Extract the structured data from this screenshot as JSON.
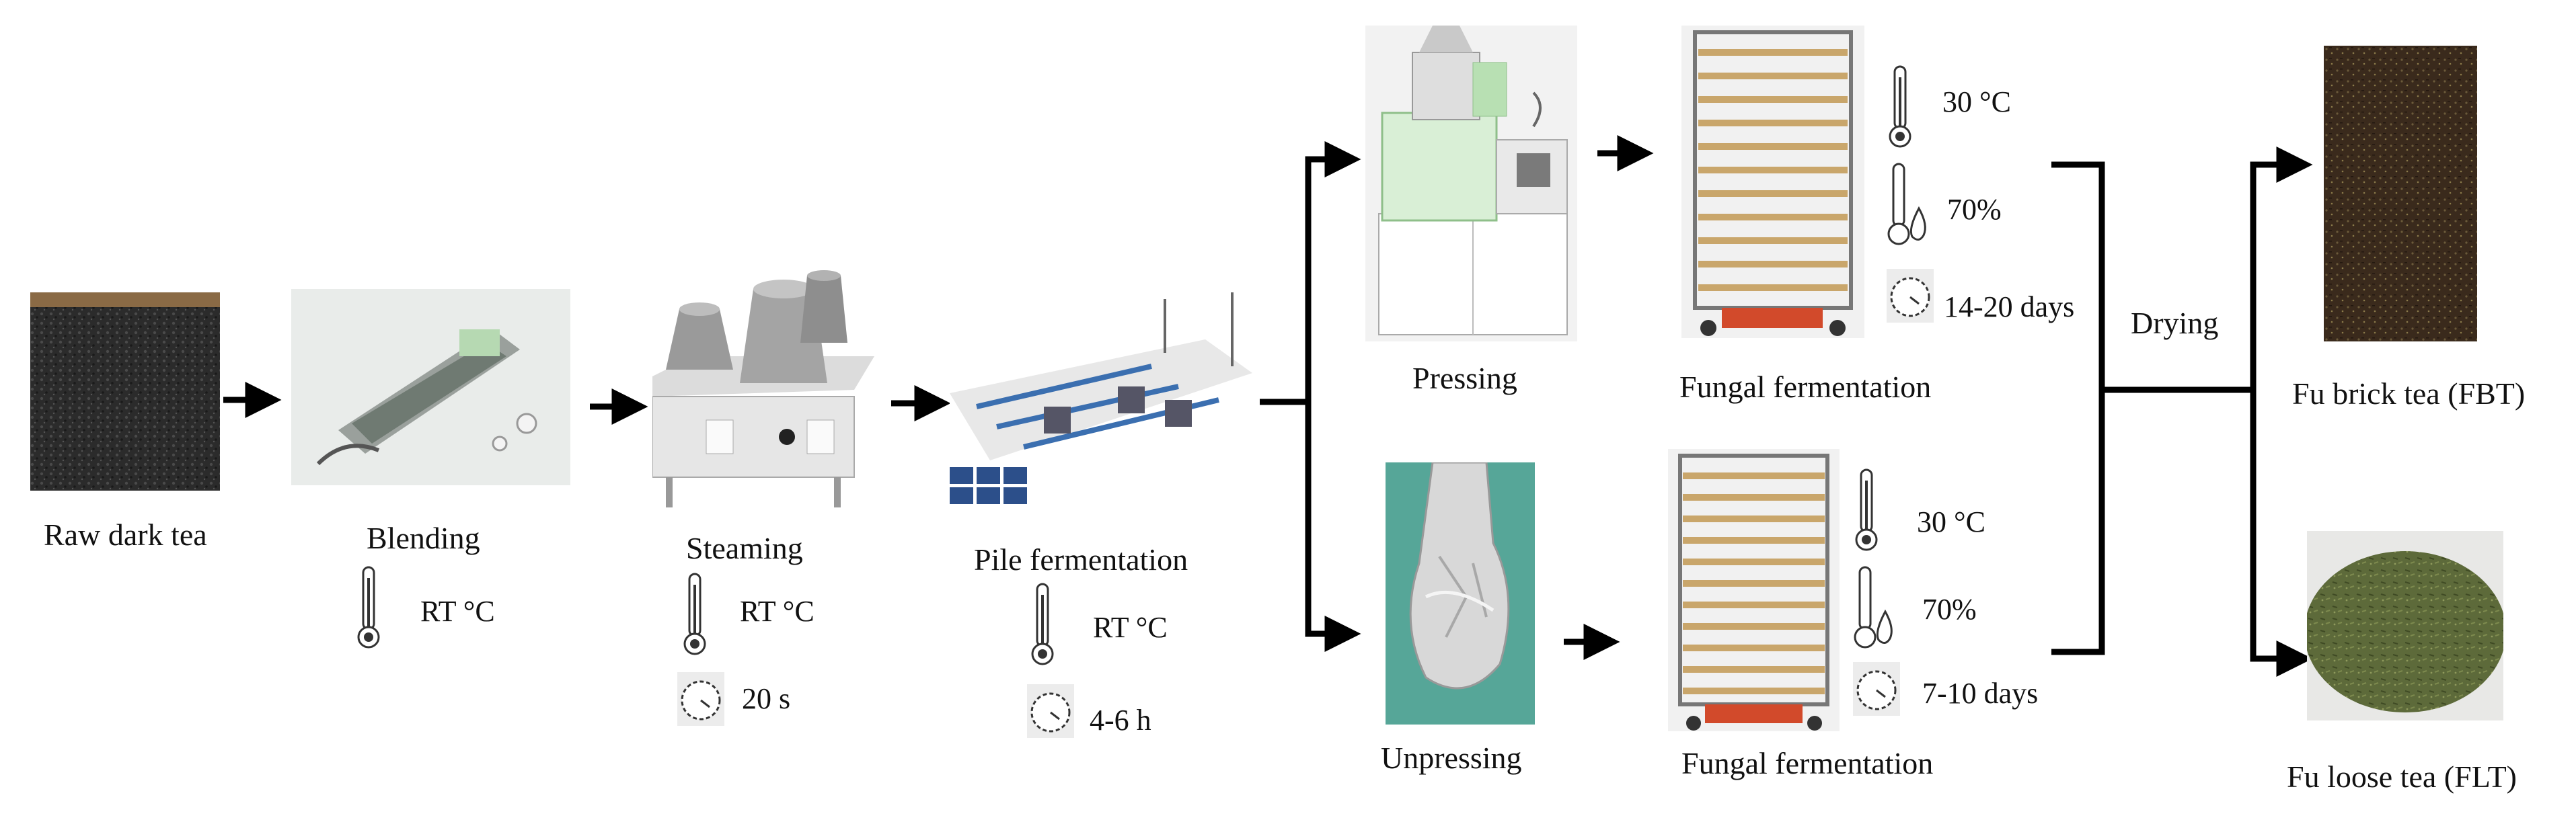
{
  "steps": {
    "raw": "Raw dark tea",
    "blending": "Blending",
    "steaming": "Steaming",
    "pile": "Pile fermentation",
    "pressing": "Pressing",
    "unpressing": "Unpressing",
    "fungal_top": "Fungal fermentation",
    "fungal_bottom": "Fungal fermentation",
    "drying": "Drying",
    "fbt": "Fu brick tea (FBT)",
    "flt": "Fu loose tea (FLT)"
  },
  "conditions": {
    "blending_temp": "RT °C",
    "steaming_temp": "RT °C",
    "steaming_time": "20 s",
    "pile_temp": "RT °C",
    "pile_time": "4-6 h",
    "top_temp": "30 °C",
    "top_humidity": "70%",
    "top_time": "14-20 days",
    "bottom_temp": "30 °C",
    "bottom_humidity": "70%",
    "bottom_time": "7-10 days"
  },
  "colors": {
    "arrow": "#000000",
    "tea_dark": "#2a2a2a",
    "machine_grey": "#b9bcbf",
    "machine_green": "#9fd39a",
    "foil_bg": "#4a9a8c",
    "brick_tea": "#3a2a1c",
    "loose_tea": "#5d6a3a"
  },
  "icons": [
    "thermometer-icon",
    "clock-icon",
    "humidity-icon"
  ]
}
